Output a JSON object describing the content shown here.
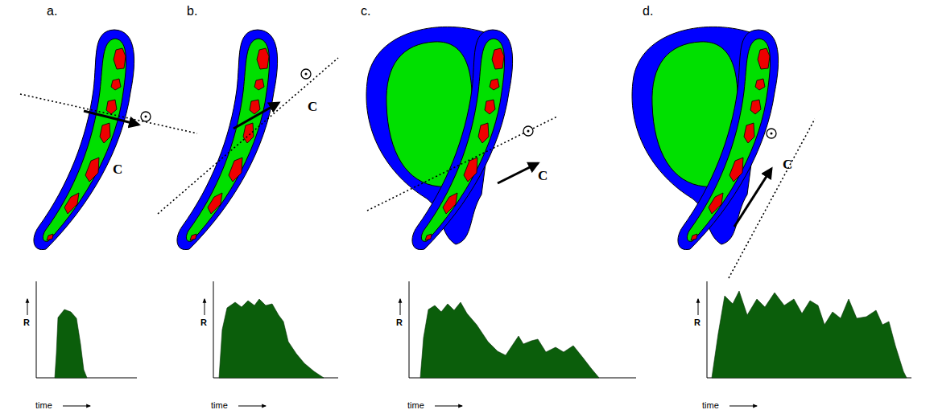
{
  "diagram": {
    "labels": [
      "a.",
      "b.",
      "c.",
      "d.",
      "C",
      "C",
      "C",
      "C",
      "R",
      "R",
      "R",
      "R",
      "time",
      "time",
      "time",
      "time"
    ]
  }
}
